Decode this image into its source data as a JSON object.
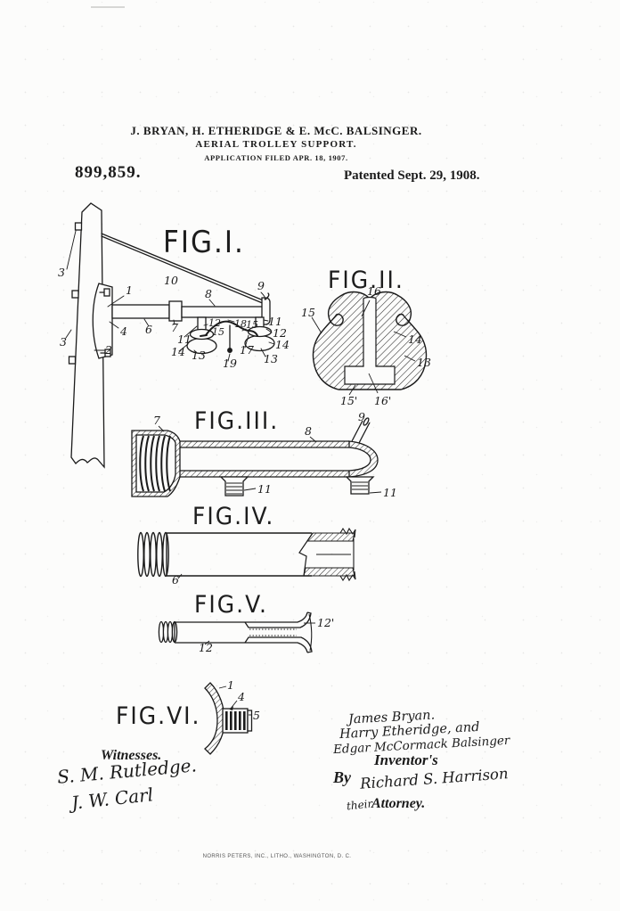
{
  "header": {
    "inventors_line": "J. BRYAN, H. ETHERIDGE & E. McC. BALSINGER.",
    "doc_title": "AERIAL TROLLEY SUPPORT.",
    "application_line": "APPLICATION FILED APR. 18, 1907.",
    "patent_number": "899,859.",
    "patent_date": "Patented Sept. 29, 1908."
  },
  "figures": {
    "fig1": {
      "title": "FIG.I.",
      "refs": {
        "r3a": "3",
        "r3b": "3",
        "r2": "2",
        "r1": "1",
        "r4": "4",
        "r6": "6",
        "r7": "7",
        "r8": "8",
        "r9": "9",
        "r10": "10",
        "r11a": "11",
        "r12a": "12",
        "r15a": "15",
        "r18": "18",
        "r15b": "15",
        "r11b": "11",
        "r12b": "12",
        "r14a": "14",
        "r13a": "13",
        "r17": "17",
        "r19": "19",
        "r14b": "14",
        "r13b": "13"
      }
    },
    "fig2": {
      "title": "FIG.II.",
      "refs": {
        "r16": "16",
        "r15": "15",
        "r14": "14",
        "r13": "13",
        "r15p": "15'",
        "r16p": "16'"
      }
    },
    "fig3": {
      "title": "FIG.III.",
      "refs": {
        "r7": "7",
        "r8": "8",
        "r9": "9",
        "r11a": "11",
        "r11b": "11"
      }
    },
    "fig4": {
      "title": "FIG.IV.",
      "refs": {
        "r6": "6"
      }
    },
    "fig5": {
      "title": "FIG.V.",
      "refs": {
        "r12": "12",
        "r12p": "12'"
      }
    },
    "fig6": {
      "title": "FIG.VI.",
      "refs": {
        "r1": "1",
        "r4": "4",
        "r5": "5"
      }
    }
  },
  "signatures": {
    "witnesses_heading": "Witnesses.",
    "witness1": "S. M. Rutledge.",
    "witness2": "J. W. Carl",
    "inventor1": "James Bryan.",
    "inventor2": "Harry Etheridge, and",
    "inventor3": "Edgar McCormack Balsinger",
    "inventors_heading": "Inventor's",
    "by_label": "By",
    "attorney_signature": "Richard S. Harrison",
    "their_label": "their",
    "attorney_label": "Attorney."
  },
  "footer": {
    "printer_line": "NORRIS PETERS, INC., LITHO., WASHINGTON, D. C."
  },
  "colors": {
    "ink": "#1b1b1b",
    "paper": "#fcfcfb"
  }
}
